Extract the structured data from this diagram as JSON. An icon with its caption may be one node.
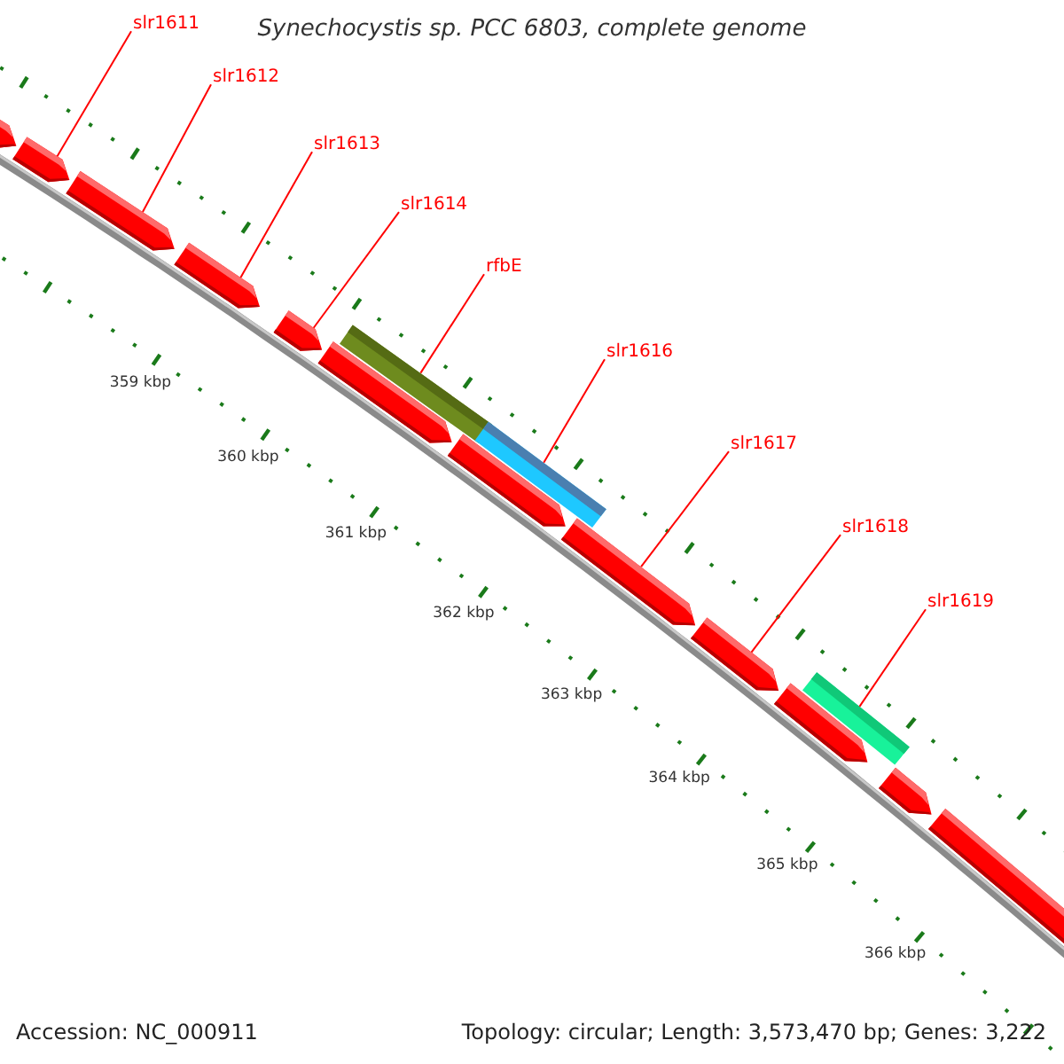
{
  "diagram": {
    "title": "Synechocystis sp. PCC 6803, complete genome",
    "nodes": [
      {
        "text": [
          "slr1611"
        ]
      },
      {
        "text": [
          "slr1612"
        ]
      },
      {
        "text": [
          "slr1613"
        ]
      },
      {
        "text": [
          "slr1614"
        ]
      },
      {
        "text": [
          "rfbE"
        ]
      },
      {
        "text": [
          "slr1616"
        ]
      },
      {
        "text": [
          "slr1617"
        ]
      },
      {
        "text": [
          "slr1618"
        ]
      },
      {
        "text": [
          "slr1619"
        ]
      },
      {
        "text": [],
        "shape": "arrow"
      },
      {
        "text": [],
        "shape": "arrow"
      },
      {
        "text": [],
        "shape": "arrow"
      },
      {
        "text": [],
        "shape": "arrow"
      },
      {
        "text": [],
        "shape": "arrow"
      },
      {
        "text": [],
        "shape": "bar"
      },
      {
        "text": [],
        "shape": "arrow"
      },
      {
        "text": [],
        "shape": "bar"
      },
      {
        "text": [],
        "shape": "arrow"
      },
      {
        "text": [],
        "shape": "arrow"
      },
      {
        "text": [],
        "shape": "arrow"
      },
      {
        "text": [],
        "shape": "bar"
      },
      {
        "text": [],
        "shape": "arrow"
      },
      {
        "text": [],
        "shape": "arrow"
      },
      {
        "text": [],
        "shape": "arrow"
      }
    ],
    "edges": [
      {
        "from": 0,
        "to": 10,
        "arrow": "none"
      },
      {
        "from": 1,
        "to": 11,
        "arrow": "none"
      },
      {
        "from": 2,
        "to": 12,
        "arrow": "none"
      },
      {
        "from": 3,
        "to": 13,
        "arrow": "none"
      },
      {
        "from": 4,
        "to": 14,
        "arrow": "none"
      },
      {
        "from": 5,
        "to": 16,
        "arrow": "none"
      },
      {
        "from": 6,
        "to": 18,
        "arrow": "none"
      },
      {
        "from": 7,
        "to": 19,
        "arrow": "none"
      },
      {
        "from": 8,
        "to": 20,
        "arrow": "none"
      }
    ],
    "labels": [
      "359 kbp",
      "360 kbp",
      "361 kbp",
      "362 kbp",
      "363 kbp",
      "364 kbp",
      "365 kbp",
      "366 kbp",
      "Accession: NC_000911",
      "Topology: circular; Length: 3,573,470 bp; Genes: 3,222"
    ]
  }
}
